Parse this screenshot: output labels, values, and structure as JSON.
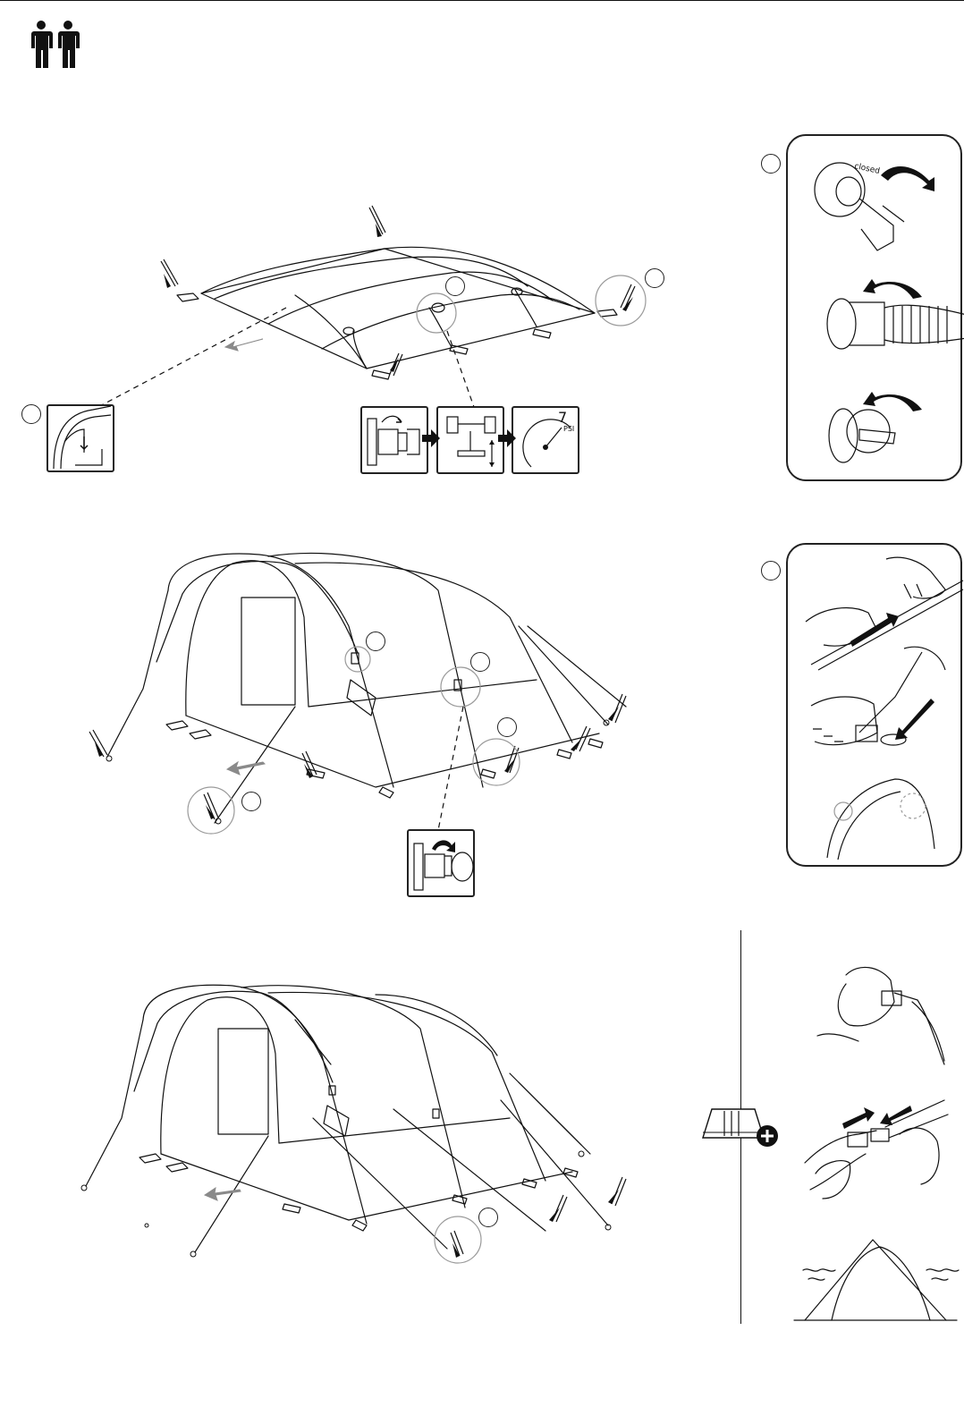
{
  "manual": {
    "persons_required_icon": "two-persons-icon",
    "persons_count": 2
  },
  "step1": {
    "pressure_value": "7",
    "pressure_unit": "PSI",
    "valve_label_closed": "closed"
  },
  "step2": {},
  "step3": {},
  "accessory": {
    "icon": "accessory-add-icon"
  },
  "colors": {
    "line": "#111111",
    "arrow_gray": "#8a8a8a",
    "circle_gray": "#9a9a9a"
  }
}
